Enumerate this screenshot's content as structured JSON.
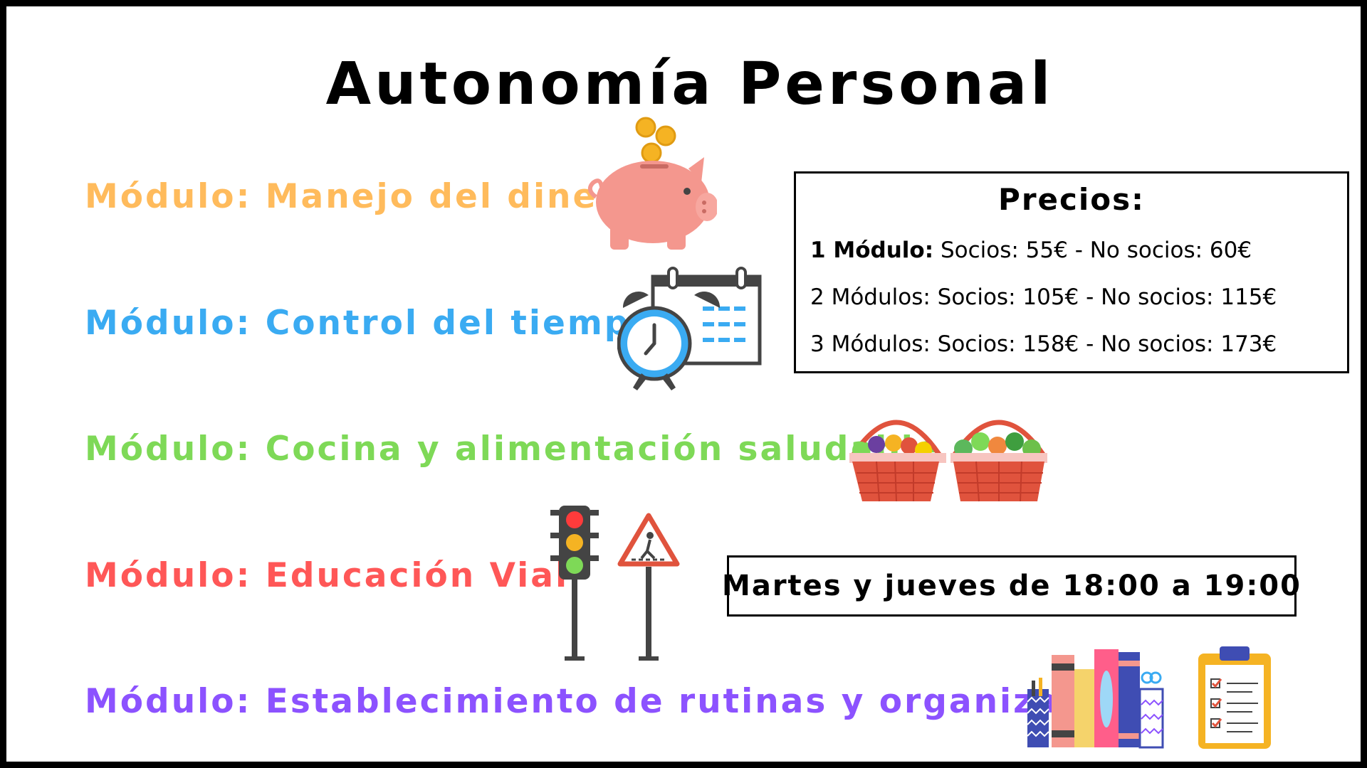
{
  "title": "Autonomía Personal",
  "modules": [
    {
      "label": "Módulo: Manejo del dinero",
      "color": "#ffbb5c",
      "icon": "piggy-bank-icon"
    },
    {
      "label": "Módulo: Control del tiempo",
      "color": "#3aabf2",
      "icon": "clock-calendar-icon"
    },
    {
      "label": "Módulo: Cocina y alimentación saludable",
      "color": "#7ed957",
      "icon": "food-basket-icon"
    },
    {
      "label": "Módulo: Educación Vial",
      "color": "#ff5757",
      "icon": "traffic-light-icon"
    },
    {
      "label": "Módulo: Establecimiento de rutinas y organización",
      "color": "#8c52ff",
      "icon": "books-checklist-icon"
    }
  ],
  "prices": {
    "title": "Precios:",
    "rows": [
      {
        "label": "1 Módulo:",
        "text": " Socios: 55€ - No socios: 60€"
      },
      {
        "label": "2 Módulos:",
        "text": " Socios: 105€ - No socios: 115€"
      },
      {
        "label": "3 Módulos:",
        "text": " Socios: 158€ - No socios: 173€"
      }
    ]
  },
  "schedule": "Martes y jueves de 18:00 a 19:00"
}
